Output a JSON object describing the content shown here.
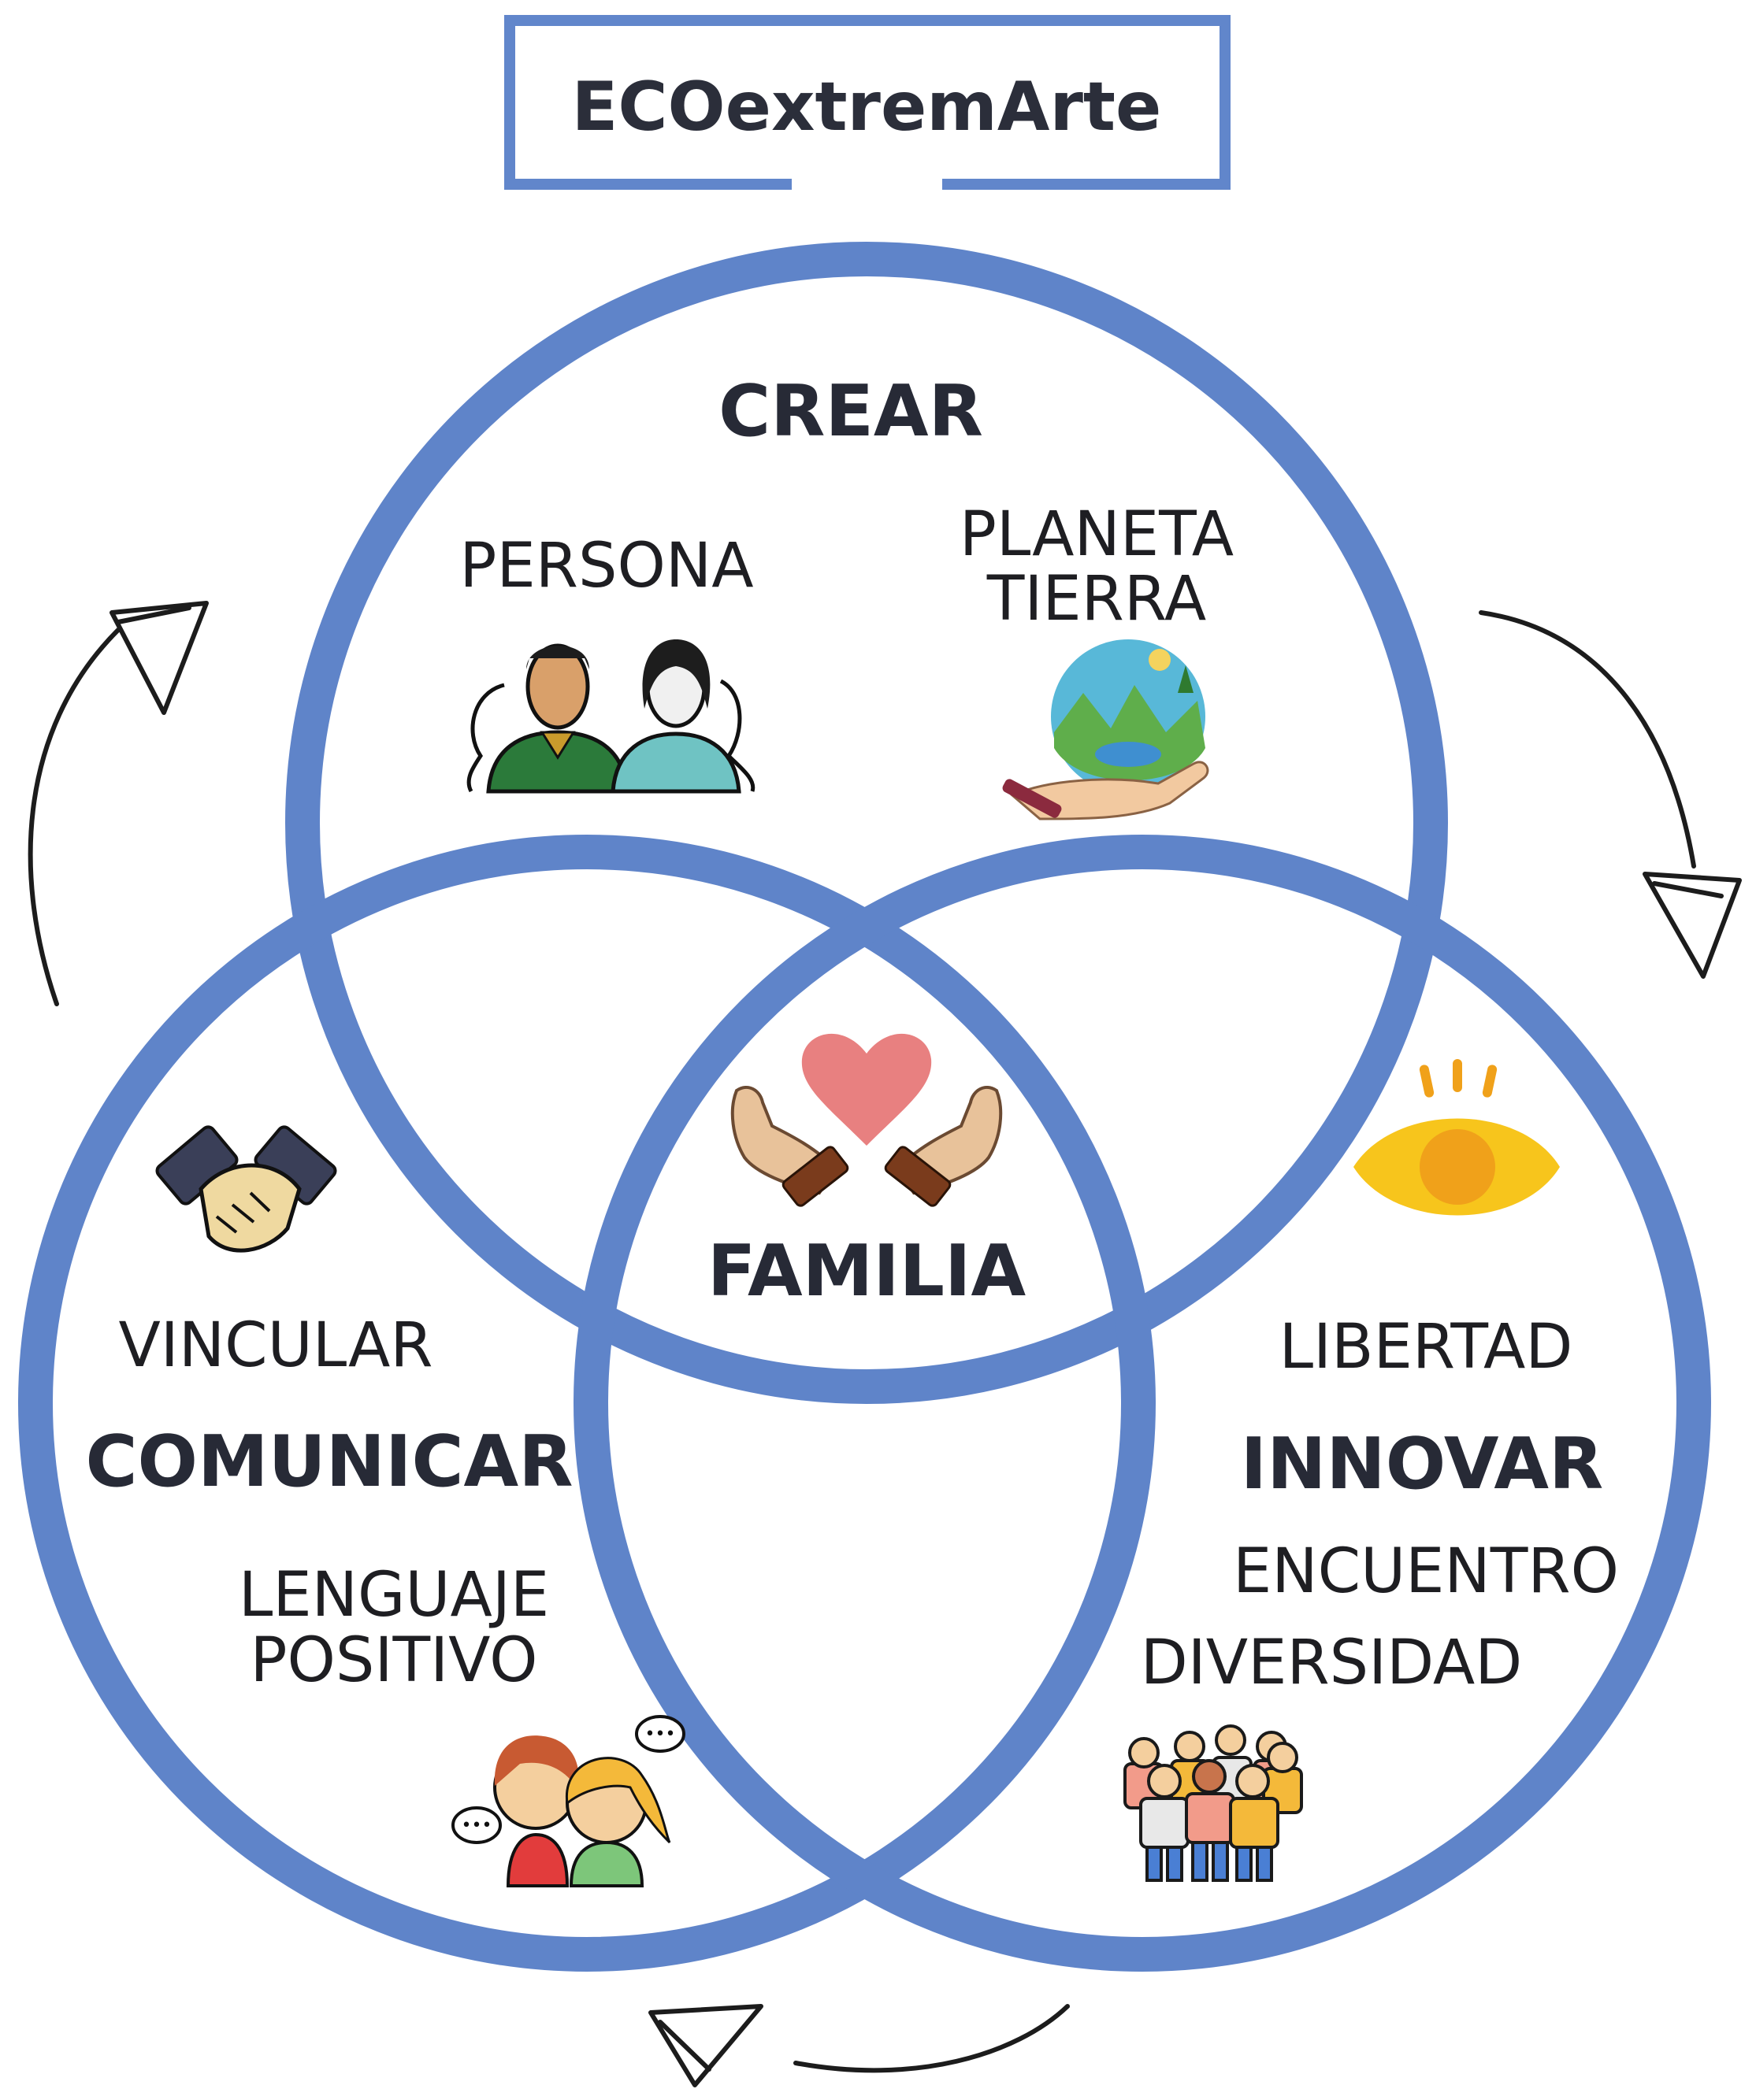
{
  "title": "ECOextremArte",
  "colors": {
    "ring": "#5f84c9",
    "frame": "#6186cb",
    "heading": "#272a36",
    "arrow": "#1c1c1c"
  },
  "sections": {
    "crear": {
      "heading": "CREAR",
      "persona": "PERSONA",
      "planeta_line1": "PLANETA",
      "planeta_line2": "TIERRA",
      "icons": [
        "people-icon",
        "planet-hand-icon"
      ]
    },
    "comunicar": {
      "heading": "COMUNICAR",
      "vincular": "VINCULAR",
      "lenguaje_line1": "LENGUAJE",
      "lenguaje_line2": "POSITIVO",
      "icons": [
        "handshake-icon",
        "conversation-icon"
      ]
    },
    "innovar": {
      "heading": "INNOVAR",
      "libertad": "LIBERTAD",
      "encuentro": "ENCUENTRO",
      "diversidad": "DIVERSIDAD",
      "icons": [
        "eye-icon",
        "crowd-icon"
      ]
    },
    "center": {
      "heading": "FAMILIA",
      "icons": [
        "heart-hands-icon"
      ]
    }
  }
}
